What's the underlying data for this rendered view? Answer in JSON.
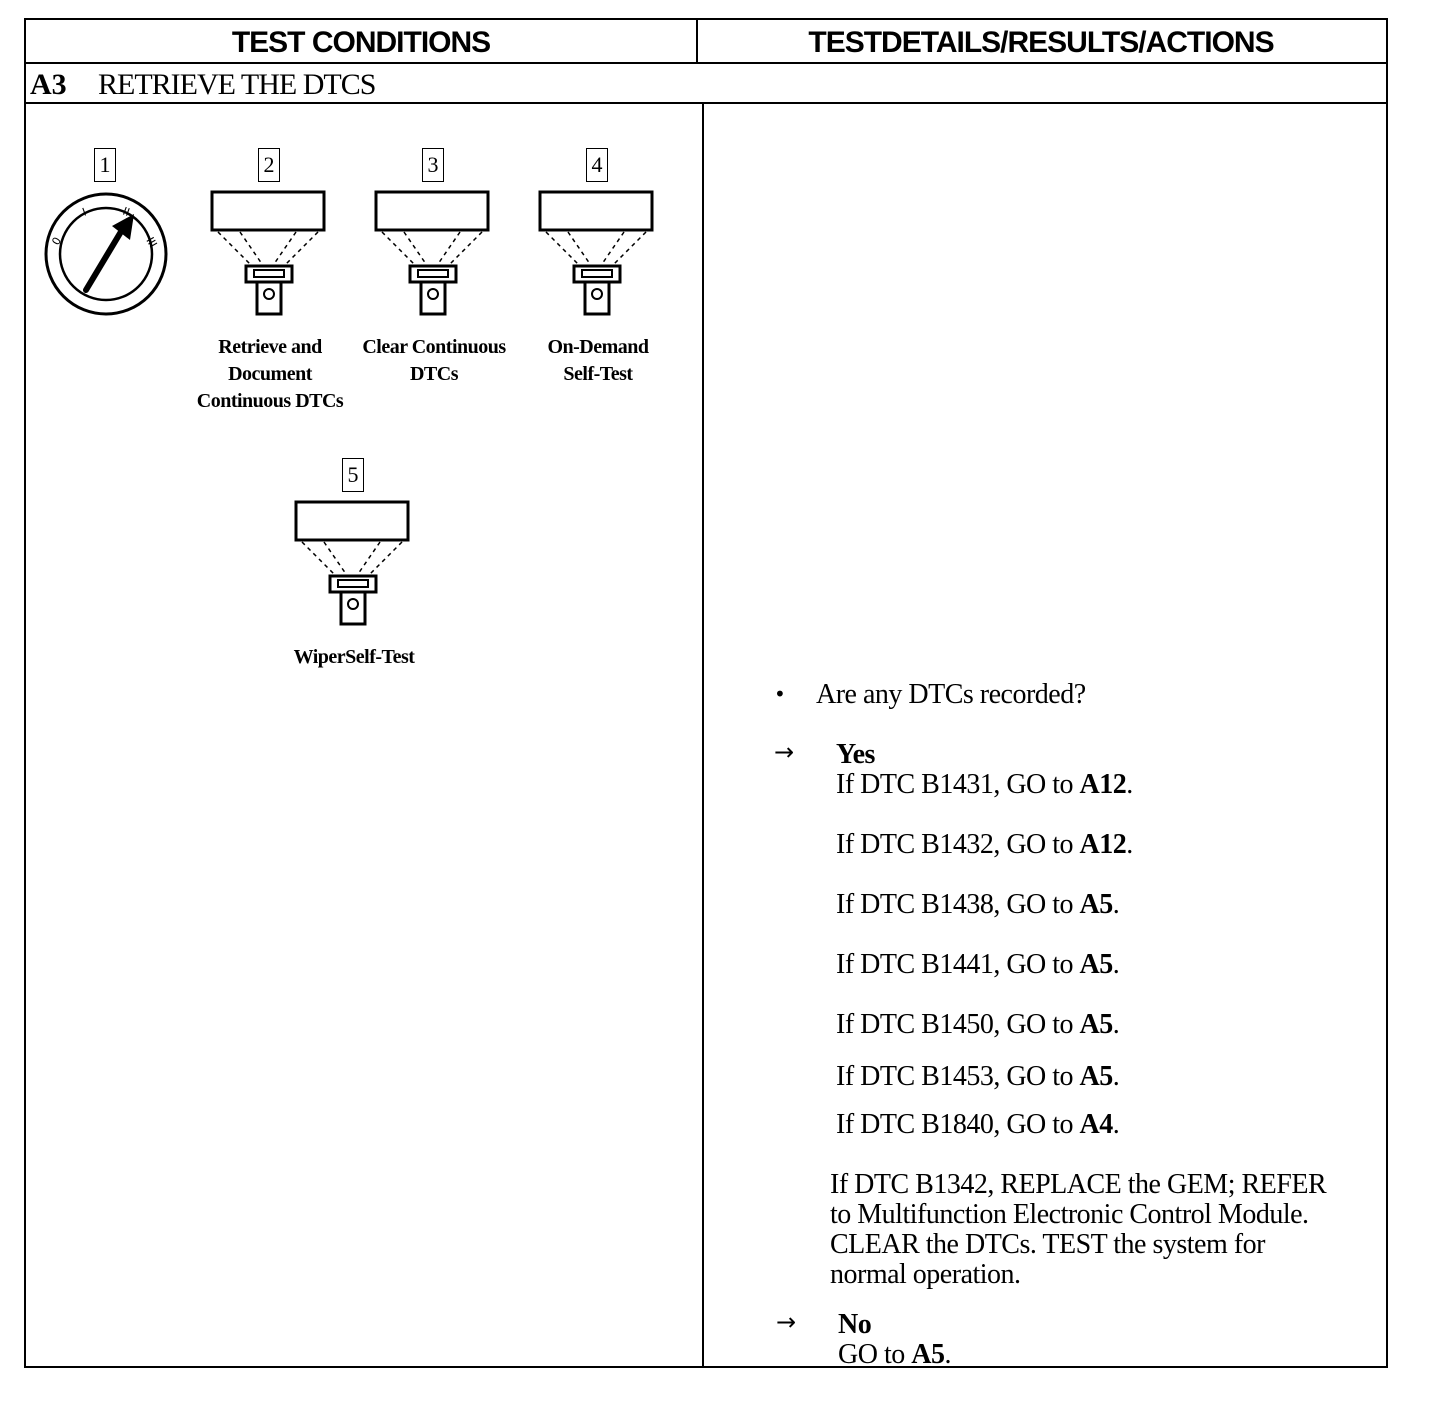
{
  "header": {
    "left": "TEST CONDITIONS",
    "right": "TESTDETAILS/RESULTS/ACTIONS"
  },
  "section": {
    "id": "A3",
    "title": "RETRIEVE THE DTCS"
  },
  "steps": [
    {
      "number": "1",
      "caption": ""
    },
    {
      "number": "2",
      "caption_lines": [
        "Retrieve and",
        "Document",
        "Continuous DTCs"
      ]
    },
    {
      "number": "3",
      "caption_lines": [
        "Clear Continuous",
        "DTCs"
      ]
    },
    {
      "number": "4",
      "caption_lines": [
        "On-Demand",
        "Self-Test"
      ]
    },
    {
      "number": "5",
      "caption_lines": [
        "WiperSelf-Test"
      ]
    }
  ],
  "results": {
    "question": "Are any DTCs recorded?",
    "yes_label": "Yes",
    "yes_items": [
      {
        "text": "If DTC B1431, GO to ",
        "target": "A12",
        "end": "."
      },
      {
        "text": "If DTC B1432, GO to ",
        "target": "A12",
        "end": "."
      },
      {
        "text": "If DTC B1438, GO to ",
        "target": "A5",
        "end": "."
      },
      {
        "text": "If DTC B1441, GO to ",
        "target": "A5",
        "end": "."
      },
      {
        "text": "If DTC B1450, GO to ",
        "target": "A5",
        "end": "."
      },
      {
        "text": "If DTC B1453, GO to ",
        "target": "A5",
        "end": "."
      },
      {
        "text": "If DTC B1840, GO to ",
        "target": "A4",
        "end": "."
      }
    ],
    "replace_lines": [
      "If DTC B1342, REPLACE the GEM; REFER",
      "to Multifunction Electronic Control Module.",
      "CLEAR the DTCs.  TEST  the system for",
      "normal operation."
    ],
    "no_label": "No",
    "no_text": "GO to ",
    "no_target": "A5",
    "no_end": "."
  }
}
